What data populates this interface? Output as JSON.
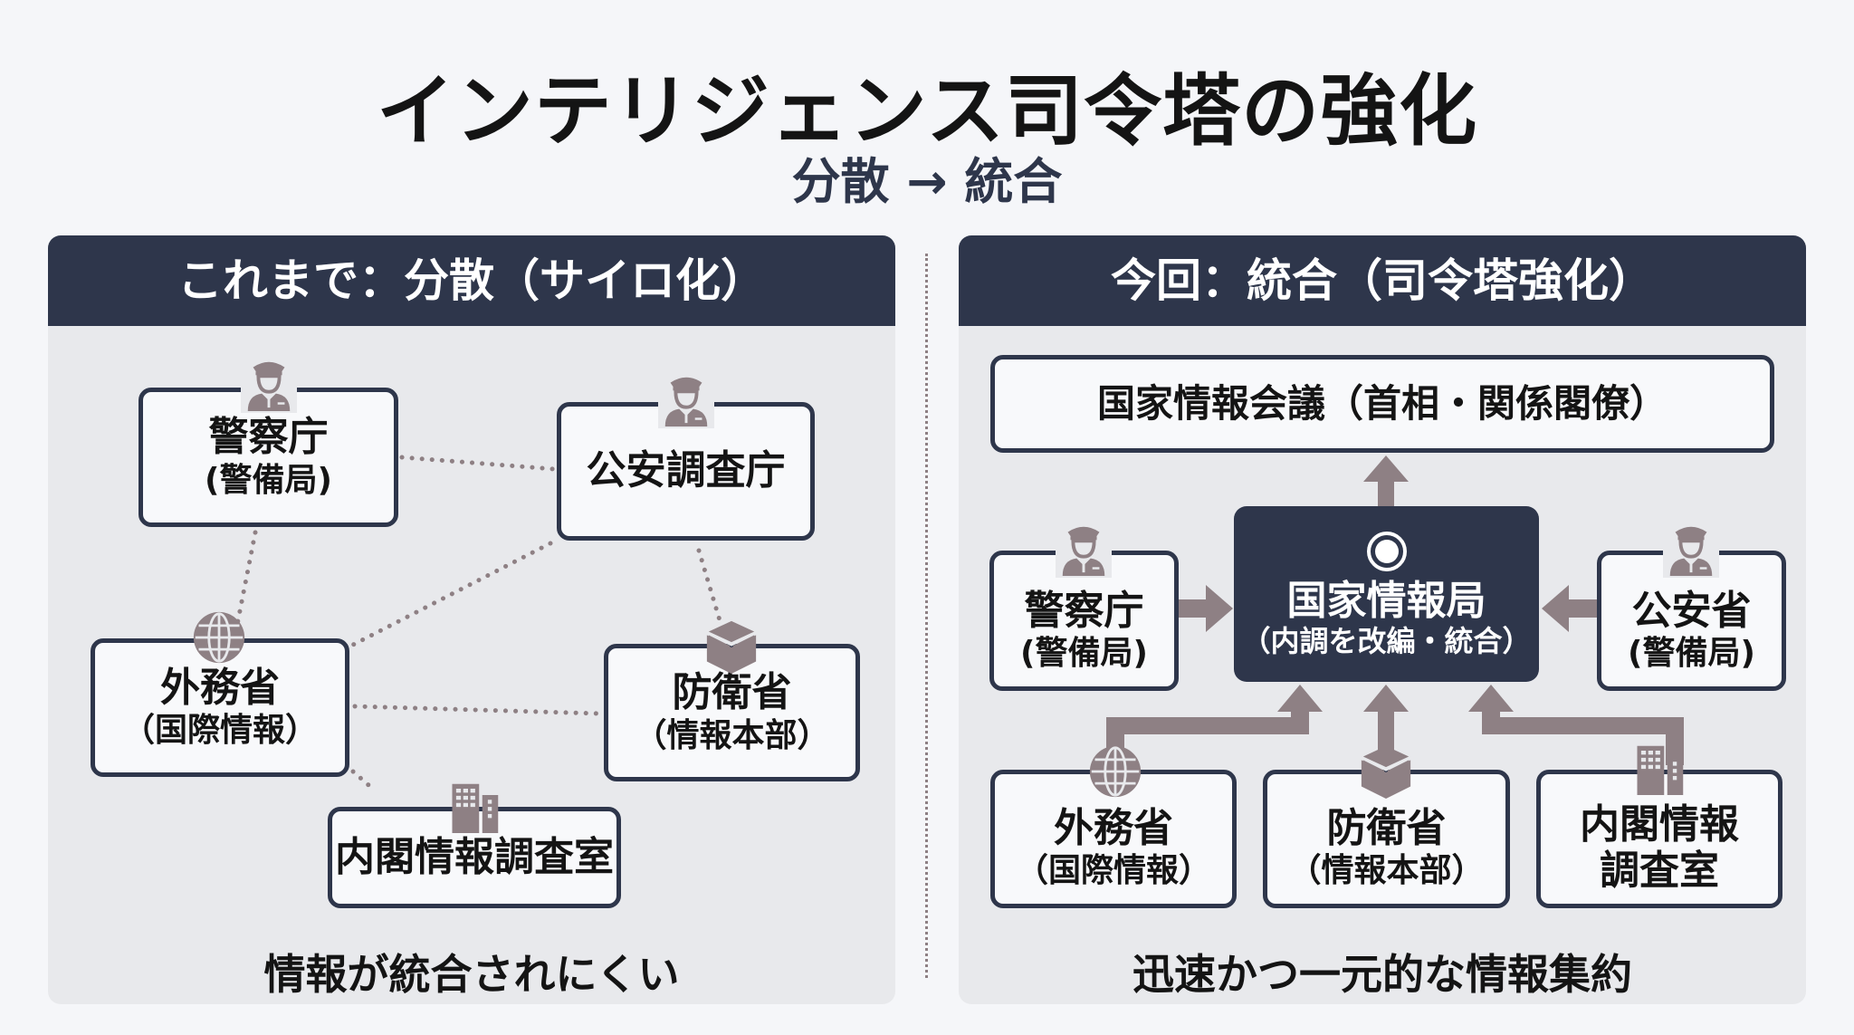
{
  "header": {
    "title": "インテリジェンス司令塔の強化",
    "subtitle": "分散 → 統合"
  },
  "left_panel": {
    "heading": "これまで：分散（サイロ化）",
    "nodes": [
      {
        "name": "警察庁",
        "sub": "(警備局)",
        "icon": "police-officer-icon"
      },
      {
        "name": "公安調査庁",
        "sub": "",
        "icon": "police-officer-icon"
      },
      {
        "name": "外務省",
        "sub": "（国際情報）",
        "icon": "globe-icon"
      },
      {
        "name": "防衛省",
        "sub": "（情報本部）",
        "icon": "cube-icon"
      },
      {
        "name": "内閣情報調査室",
        "sub": "",
        "icon": "building-icon"
      }
    ],
    "caption": "情報が統合されにくい"
  },
  "right_panel": {
    "heading": "今回：統合（司令塔強化）",
    "council": "国家情報会議（首相・関係閣僚）",
    "center": {
      "name": "国家情報局",
      "sub": "（内調を改編・統合）",
      "icon": "target-circle-icon"
    },
    "nodes": [
      {
        "name": "警察庁",
        "sub": "(警備局)",
        "icon": "police-officer-icon"
      },
      {
        "name": "公安省",
        "sub": "(警備局)",
        "icon": "police-officer-icon"
      },
      {
        "name": "外務省",
        "sub": "（国際情報）",
        "icon": "globe-icon"
      },
      {
        "name": "防衛省",
        "sub": "（情報本部）",
        "icon": "cube-icon"
      },
      {
        "name": "内閣情報",
        "sub": "調査室",
        "icon": "building-icon"
      }
    ],
    "caption": "迅速かつ一元的な情報集約"
  },
  "colors": {
    "dark_navy": "#2e364b",
    "accent_mauve": "#8e8084",
    "panel_bg": "#e8e9ec",
    "box_bg": "#f8f9fb",
    "page_bg": "#f5f6f9"
  }
}
